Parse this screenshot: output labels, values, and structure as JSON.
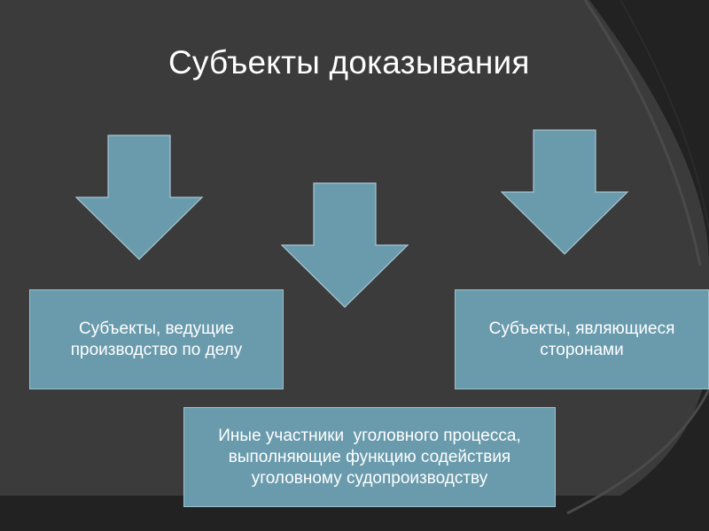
{
  "slide": {
    "title": "Субъекты доказывания",
    "boxes": {
      "left": {
        "lines": [
          "Субъекты, ведущие",
          "производство по делу"
        ]
      },
      "right": {
        "lines": [
          "Субъекты, являющиеся",
          "сторонами"
        ]
      },
      "bottom": {
        "lines": [
          "Иные участники  уголовного процесса,",
          "выполняющие функцию содействия",
          "уголовному судопроизводству"
        ]
      }
    }
  },
  "colors": {
    "background": "#222222",
    "panel": "#3a3a3a",
    "accent": "#6a9bad"
  }
}
